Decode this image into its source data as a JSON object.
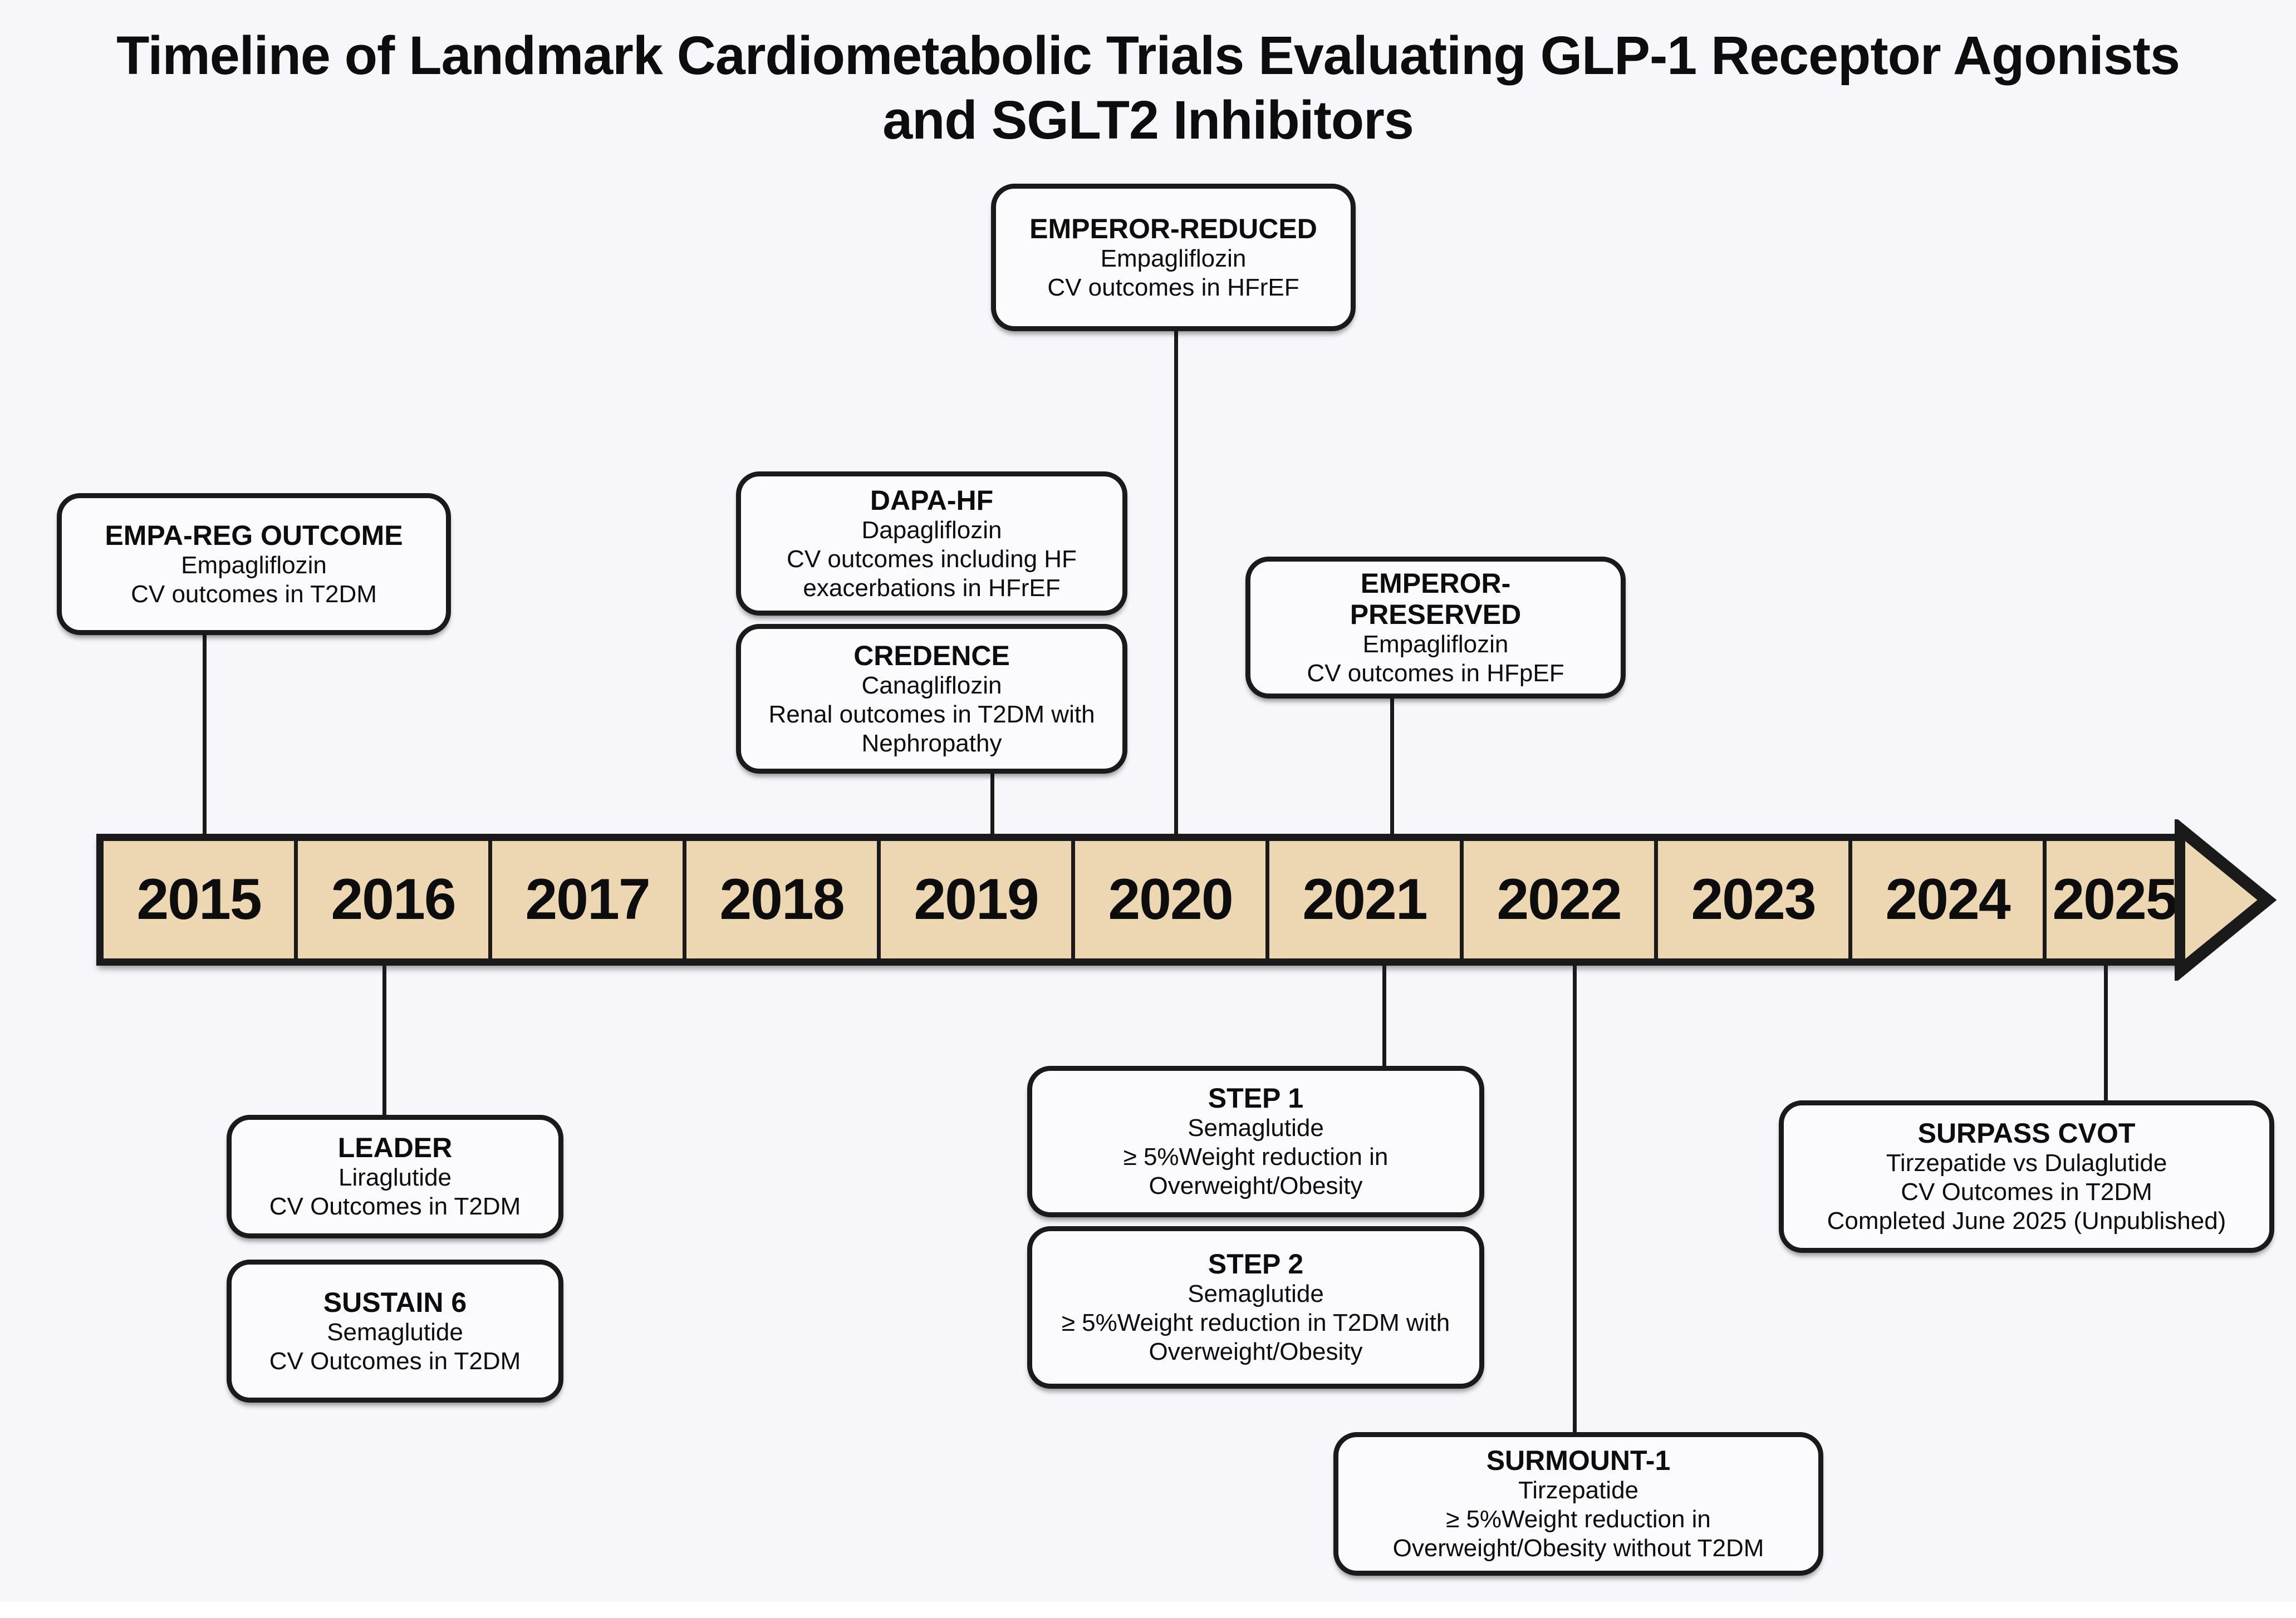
{
  "title": {
    "line1": "Timeline of Landmark Cardiometabolic Trials Evaluating GLP-1 Receptor Agonists",
    "line2": "and SGLT2 Inhibitors"
  },
  "colors": {
    "page_bg": "#f7f6fa",
    "bar_fill": "#ecd7b2",
    "outline": "#1a1a1a",
    "box_fill": "#fbfafd"
  },
  "timeline": {
    "years": [
      "2015",
      "2016",
      "2017",
      "2018",
      "2019",
      "2020",
      "2021",
      "2022",
      "2023",
      "2024",
      "2025"
    ]
  },
  "trials": {
    "empa_reg": {
      "name": "EMPA-REG OUTCOME",
      "lines": [
        "Empagliflozin",
        "CV outcomes in T2DM"
      ],
      "anchor_year": "2015",
      "position": "above"
    },
    "dapa_hf": {
      "name": "DAPA-HF",
      "lines": [
        "Dapagliflozin",
        "CV outcomes including HF exacerbations in HFrEF"
      ],
      "anchor_year": "2019",
      "position": "above"
    },
    "credence": {
      "name": "CREDENCE",
      "lines": [
        "Canagliflozin",
        "Renal outcomes in T2DM with Nephropathy"
      ],
      "anchor_year": "2019",
      "position": "above"
    },
    "emperor_reduced": {
      "name": "EMPEROR-REDUCED",
      "lines": [
        "Empagliflozin",
        "CV outcomes in HFrEF"
      ],
      "anchor_year": "2020",
      "position": "above"
    },
    "emperor_preserved": {
      "name": "EMPEROR-PRESERVED",
      "lines": [
        "Empagliflozin",
        "CV outcomes in HFpEF"
      ],
      "anchor_year": "2021",
      "position": "above"
    },
    "leader": {
      "name": "LEADER",
      "lines": [
        "Liraglutide",
        "CV Outcomes in T2DM"
      ],
      "anchor_year": "2016",
      "position": "below"
    },
    "sustain6": {
      "name": "SUSTAIN 6",
      "lines": [
        "Semaglutide",
        "CV Outcomes in T2DM"
      ],
      "anchor_year": "2016",
      "position": "below"
    },
    "step1": {
      "name": "STEP 1",
      "lines": [
        "Semaglutide",
        "≥ 5%Weight reduction in Overweight/Obesity"
      ],
      "anchor_year": "2021",
      "position": "below"
    },
    "step2": {
      "name": "STEP 2",
      "lines": [
        "Semaglutide",
        "≥ 5%Weight reduction in T2DM with Overweight/Obesity"
      ],
      "anchor_year": "2021",
      "position": "below"
    },
    "surmount1": {
      "name": "SURMOUNT-1",
      "lines": [
        "Tirzepatide",
        "≥ 5%Weight reduction in Overweight/Obesity without T2DM"
      ],
      "anchor_year": "2022",
      "position": "below"
    },
    "surpass": {
      "name": "SURPASS CVOT",
      "lines": [
        "Tirzepatide vs Dulaglutide",
        "CV Outcomes in T2DM",
        "Completed June 2025 (Unpublished)"
      ],
      "anchor_year": "2025",
      "position": "below"
    }
  }
}
